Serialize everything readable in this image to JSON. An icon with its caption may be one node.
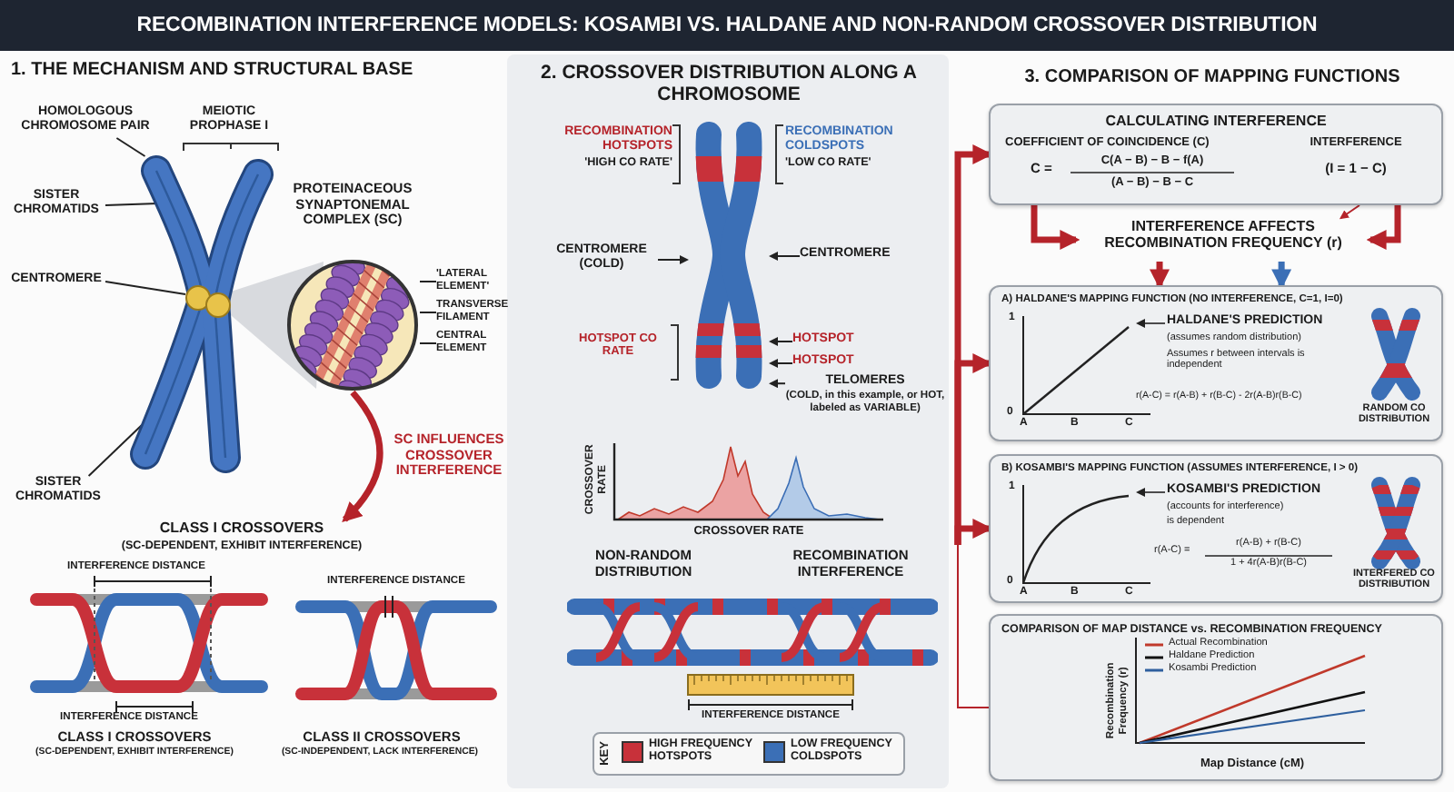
{
  "diagram": {
    "title": "RECOMBINATION INTERFERENCE MODELS: KOSAMBI VS. HALDANE AND NON-RANDOM CROSSOVER DISTRIBUTION",
    "nodes": [
      {
        "text": [],
        "shape": "picture"
      },
      {
        "text": [
          "HOMOLOGOUS CHROMOSOME PAIR"
        ]
      },
      {
        "text": [
          "SISTER CHROMATIDS"
        ]
      },
      {
        "text": [
          "CENTROMERE"
        ]
      },
      {
        "text": [
          "SISTER CHROMATIDS"
        ]
      },
      {
        "text": [],
        "shape": "picture"
      },
      {
        "text": [
          "'LATERAL ELEMENT'"
        ]
      },
      {
        "text": [
          "TRANSVERSE FILAMENT"
        ]
      },
      {
        "text": [
          "CENTRAL ELEMENT"
        ]
      },
      {
        "text": [
          "CLASS I CROSSOVERS",
          "(SC-DEPENDENT, EXHIBIT INTERFERENCE)"
        ]
      },
      {
        "text": [],
        "shape": "picture"
      },
      {
        "text": [
          "CENTROMERE (COLD)"
        ]
      },
      {
        "text": [
          "CENTROMERE"
        ]
      },
      {
        "text": [
          "HOTSPOT"
        ]
      },
      {
        "text": [
          "HOTSPOT"
        ]
      },
      {
        "text": [
          "TELOMERES",
          "(COLD, in this example, or HOT, labeled as VARIABLE)"
        ]
      },
      {
        "text": [
          "CALCULATING INTERFERENCE",
          "COEFFICIENT OF COINCIDENCE (C)",
          "C =",
          "C(A − B) − B − f(A)",
          "(A − B) − B − C",
          "INTERFERENCE",
          "(I = 1 − C)"
        ]
      },
      {
        "text": [
          "INTERFERENCE AFFECTS RECOMBINATION FREQUENCY (r)"
        ]
      },
      {
        "text": [
          "A) HALDANE'S MAPPING FUNCTION (NO INTERFERENCE, C=1, I=0)",
          "HALDANE'S PREDICTION",
          "(assumes random distribution)",
          "Assumes r between intervals is independent",
          "r(A-C) = r(A-B) + r(B-C) - 2r(A-B)r(B-C)",
          "RANDOM CO DISTRIBUTION",
          "1",
          "0",
          "A",
          "B",
          "C"
        ]
      },
      {
        "text": [
          "B) KOSAMBI'S MAPPING FUNCTION (ASSUMES INTERFERENCE, I > 0)",
          "KOSAMBI'S PREDICTION",
          "(accounts for interference)",
          "is dependent",
          "r(A-C) =",
          "r(A-B) + r(B-C)",
          "1 + 4r(A-B)r(B-C)",
          "INTERFERED CO DISTRIBUTION",
          "1",
          "0",
          "A",
          "B",
          "C"
        ]
      },
      {
        "text": [
          "COMPARISON OF MAP DISTANCE vs. RECOMBINATION FREQUENCY",
          "Recombination Frequency (r)",
          "Map Distance (cM)"
        ]
      }
    ],
    "edges": [
      {
        "from": 1,
        "to": 0,
        "arrow": "none"
      },
      {
        "from": 2,
        "to": 0,
        "arrow": "none"
      },
      {
        "from": 3,
        "to": 0,
        "arrow": "none"
      },
      {
        "from": 4,
        "to": 0,
        "arrow": "none"
      },
      {
        "from": 6,
        "to": 5,
        "arrow": "none"
      },
      {
        "from": 7,
        "to": 5,
        "arrow": "none"
      },
      {
        "from": 8,
        "to": 5,
        "arrow": "none"
      },
      {
        "from": 5,
        "to": 9,
        "arrow": "to",
        "label": "SC INFLUENCES CROSSOVER INTERFERENCE",
        "style": "thick",
        "color": "#b5232a"
      },
      {
        "from": 11,
        "to": 10,
        "arrow": "to"
      },
      {
        "from": 12,
        "to": 10,
        "arrow": "to"
      },
      {
        "from": 13,
        "to": 10,
        "arrow": "to"
      },
      {
        "from": 14,
        "to": 10,
        "arrow": "to"
      },
      {
        "from": 15,
        "to": 10,
        "arrow": "to"
      },
      {
        "from": null,
        "to": 16,
        "arrow": "to",
        "style": "thick",
        "color": "#b5232a"
      },
      {
        "from": null,
        "to": 18,
        "arrow": "to",
        "style": "thick",
        "color": "#b5232a"
      },
      {
        "from": null,
        "to": 19,
        "arrow": "to",
        "style": "thick",
        "color": "#b5232a"
      },
      {
        "from": null,
        "to": 20,
        "arrow": "none",
        "color": "#b5232a"
      },
      {
        "from": 16,
        "to": 17,
        "arrow": "to",
        "style": "thick",
        "color": "#b5232a"
      },
      {
        "from": 16,
        "to": 17,
        "arrow": "to",
        "style": "thick",
        "color": "#b5232a"
      },
      {
        "from": 16,
        "to": 17,
        "arrow": "to",
        "color": "#b5232a"
      },
      {
        "from": 17,
        "to": 18,
        "arrow": "to",
        "style": "thick",
        "color": "#b5232a"
      },
      {
        "from": 17,
        "to": 18,
        "arrow": "to",
        "style": "thick",
        "color": "#3b6fb6"
      }
    ],
    "labels": [
      "1. THE MECHANISM AND STRUCTURAL BASE",
      "MEIOTIC PROPHASE I",
      "PROTEINACEOUS SYNAPTONEMAL COMPLEX (SC)",
      "INTERFERENCE DISTANCE",
      "INTERFERENCE DISTANCE",
      "INTERFERENCE DISTANCE",
      "CLASS I CROSSOVERS",
      "(SC-DEPENDENT, EXHIBIT INTERFERENCE)",
      "CLASS II CROSSOVERS",
      "(SC-INDEPENDENT, LACK INTERFERENCE)",
      "2. CROSSOVER DISTRIBUTION ALONG A CHROMOSOME",
      "RECOMBINATION HOTSPOTS",
      "'HIGH CO RATE'",
      "RECOMBINATION COLDSPOTS",
      "'LOW CO RATE'",
      "HOTSPOT CO RATE",
      "CROSSOVER RATE",
      "CROSSOVER RATE",
      "NON-RANDOM DISTRIBUTION",
      "RECOMBINATION INTERFERENCE",
      "INTERFERENCE DISTANCE",
      "KEY",
      "3. COMPARISON OF MAPPING FUNCTIONS"
    ],
    "legend": [
      {
        "text": "HIGH FREQUENCY HOTSPOTS",
        "color": "#c8313a"
      },
      {
        "text": "LOW FREQUENCY COLDSPOTS",
        "color": "#3b6fb6"
      },
      {
        "text": "Actual Recombination"
      },
      {
        "text": "Haldane Prediction"
      },
      {
        "text": "Kosambi Prediction"
      }
    ]
  }
}
